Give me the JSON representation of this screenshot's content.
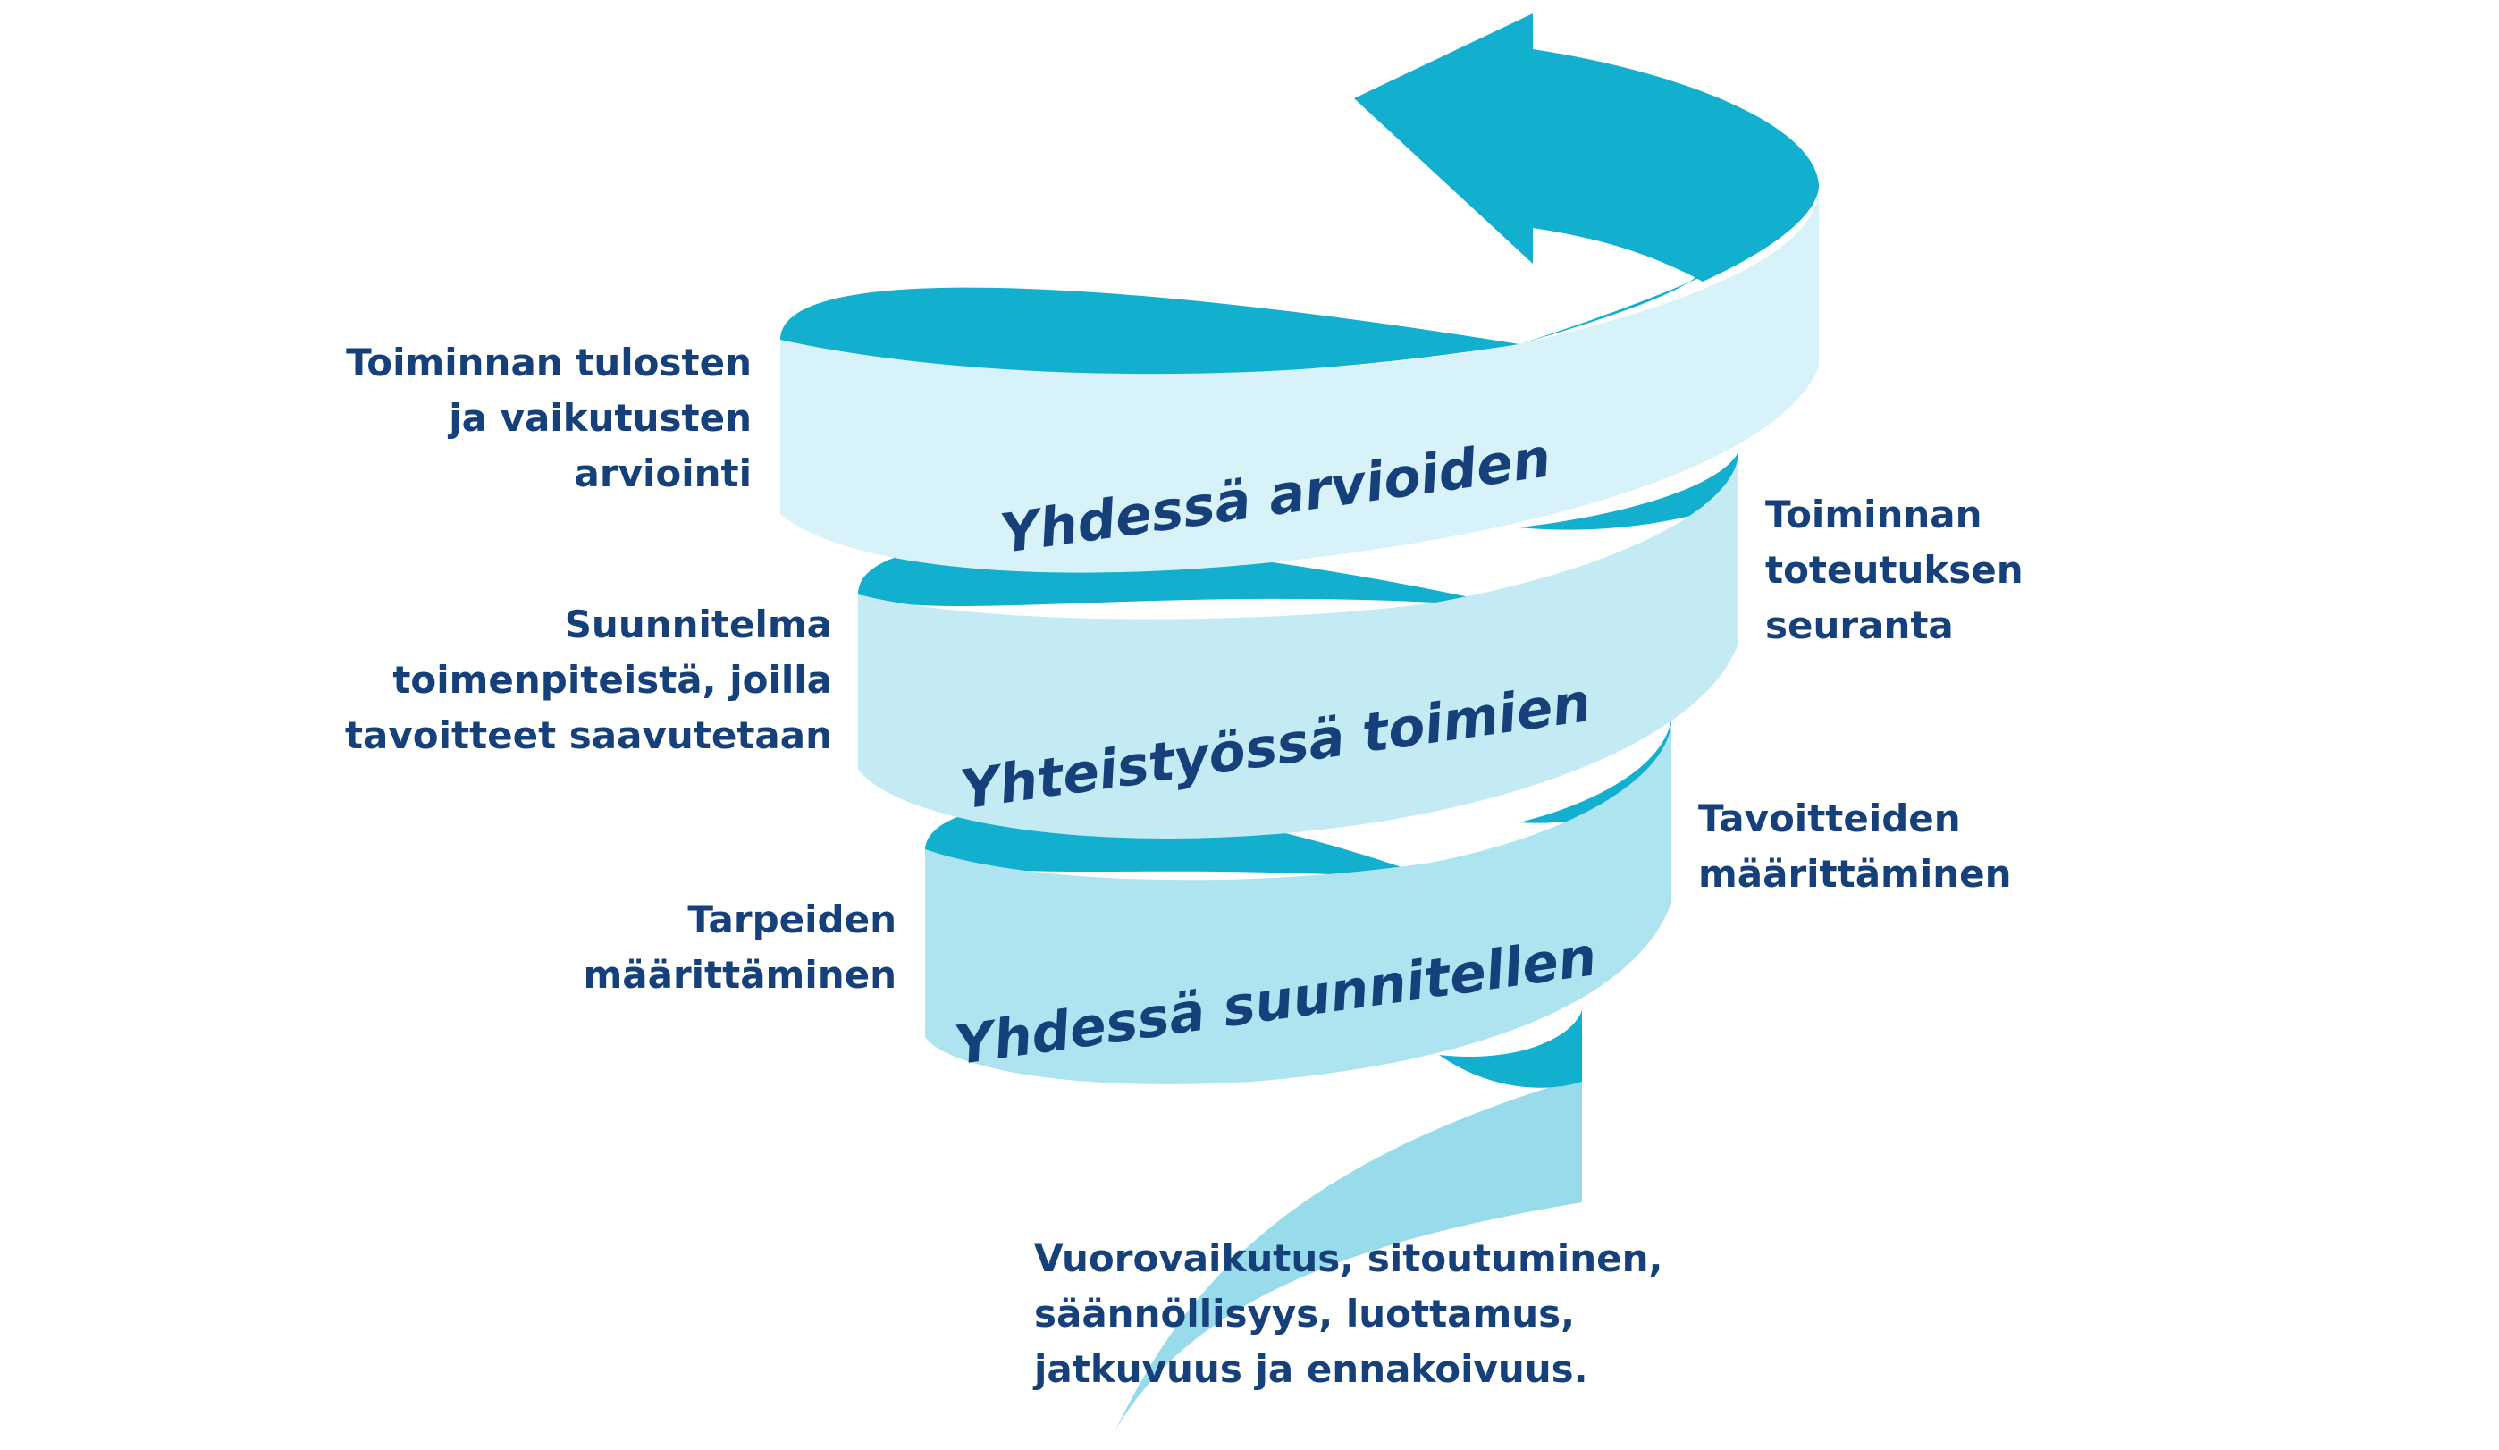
{
  "colors": {
    "dark": "#13afcf",
    "band_top": "#d7f2f8",
    "band_middle": "#c4ebf4",
    "band_bottom": "#aee4f0",
    "tail": "#98dbea",
    "text": "#16407a"
  },
  "bands": [
    {
      "label": "Yhdessä arvioiden"
    },
    {
      "label": "Yhteistyössä toimien"
    },
    {
      "label": "Yhdessä suunnitellen"
    }
  ],
  "labels": {
    "top_left": [
      "Toiminnan tulosten",
      "ja vaikutusten",
      "arviointi"
    ],
    "middle_left": [
      "Suunnitelma",
      "toimenpiteistä, joilla",
      "tavoitteet saavutetaan"
    ],
    "bottom_left": [
      "Tarpeiden",
      "määrittäminen"
    ],
    "top_right": [
      "Toiminnan",
      "toteutuksen",
      "seuranta"
    ],
    "middle_right": [
      "Tavoitteiden",
      "määrittäminen"
    ],
    "bottom": [
      "Vuorovaikutus, sitoutuminen,",
      "säännöllisyys, luottamus,",
      "jatkuvuus ja ennakoivuus."
    ]
  }
}
